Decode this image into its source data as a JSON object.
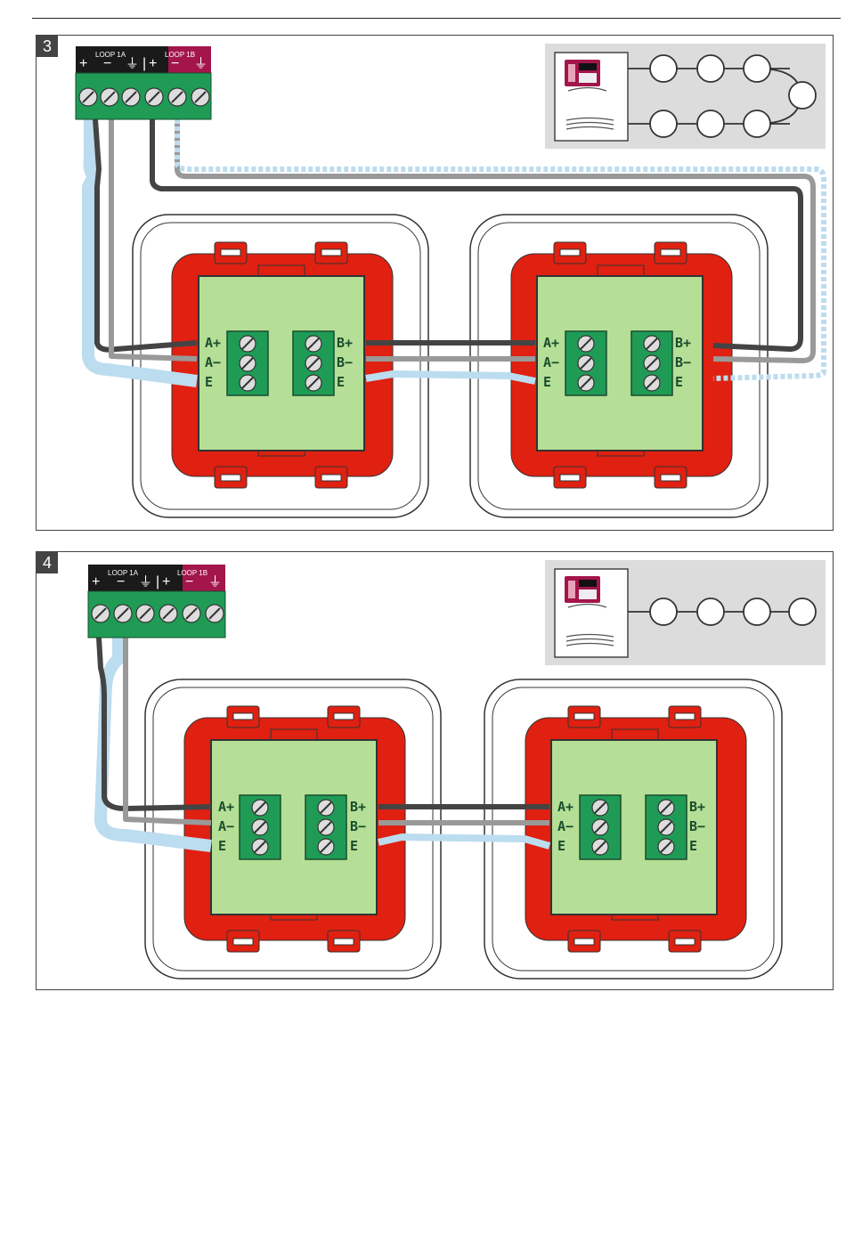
{
  "figures": [
    {
      "number": "3",
      "terminal": {
        "group_a": "LOOP 1A",
        "group_b": "LOOP 1B",
        "plus": "+",
        "minus": "−",
        "earth": "⏚",
        "sep": "|"
      },
      "schematic": "closed-loop",
      "modules": [
        {
          "left_terms": [
            "A+",
            "A−",
            "E"
          ],
          "right_terms": [
            "B+",
            "B−",
            "E"
          ]
        },
        {
          "left_terms": [
            "A+",
            "A−",
            "E"
          ],
          "right_terms": [
            "B+",
            "B−",
            "E"
          ]
        }
      ]
    },
    {
      "number": "4",
      "terminal": {
        "group_a": "LOOP 1A",
        "group_b": "LOOP 1B",
        "plus": "+",
        "minus": "−",
        "earth": "⏚",
        "sep": "|"
      },
      "schematic": "open-line",
      "modules": [
        {
          "left_terms": [
            "A+",
            "A−",
            "E"
          ],
          "right_terms": [
            "B+",
            "B−",
            "E"
          ]
        },
        {
          "left_terms": [
            "A+",
            "A−",
            "E"
          ],
          "right_terms": [
            "B+",
            "B−",
            "E"
          ]
        }
      ]
    }
  ],
  "colors": {
    "module_green": "#b5df96",
    "housing_red": "#e02010",
    "terminal_green": "#1f9b55",
    "terminal_dark": "#1a1a1a",
    "terminal_magenta": "#a3154b",
    "cable_blue": "#bcdcef",
    "panel_grey": "#dcdcdc"
  }
}
